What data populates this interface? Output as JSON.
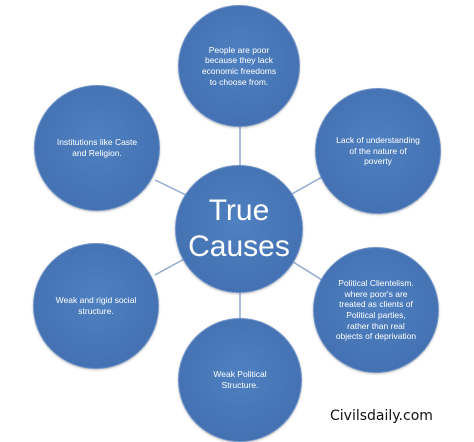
{
  "diagram": {
    "center": "True\nCauses",
    "causes": [
      "People are poor\nbecause they lack\neconomic freedoms\nto choose from.",
      "Lack of understanding\nof the nature of\npoverty",
      "Political Clientelism.\nwhere poor's are\ntreated as clients of\nPolitical parties,\nrather than real\nobjects of deprivation",
      "Weak Political\nStructure.",
      "Weak and rigid social\nstructure.",
      "Institutions like Caste\nand Religion."
    ],
    "colors": {
      "node_fill": "#4472b3",
      "connector": "#8fa9cf"
    }
  },
  "watermark": "Civilsdaily.com"
}
